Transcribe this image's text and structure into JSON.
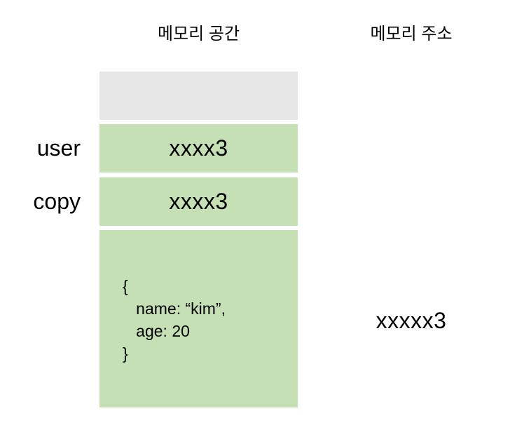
{
  "headers": {
    "memory_space": "메모리 공간",
    "memory_address": "메모리 주소"
  },
  "memory_cells": {
    "empty": {
      "value": ""
    },
    "user": {
      "label": "user",
      "value": "xxxx3"
    },
    "copy": {
      "label": "copy",
      "value": "xxxx3"
    },
    "object": {
      "value": "{\n   name: “kim”,\n   age: 20\n}"
    }
  },
  "address_column": {
    "object_address": "xxxxx3"
  },
  "colors": {
    "cell_green": "#c5e0b4",
    "cell_gray": "#e6e6e6",
    "background": "#ffffff",
    "text": "#000000"
  }
}
